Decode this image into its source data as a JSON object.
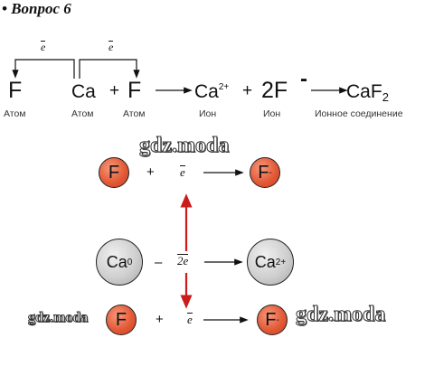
{
  "heading": "• Вопрос 6",
  "top_row": {
    "electron_label": "e",
    "items": [
      {
        "symbol": "F",
        "caption": "Атом"
      },
      {
        "symbol": "Ca",
        "caption": "Атом"
      },
      {
        "symbol": "F",
        "caption": "Атом"
      },
      {
        "symbol": "Ca",
        "charge": "2+",
        "caption": "Ион"
      },
      {
        "symbol": "2F",
        "charge": "-",
        "caption": "Ион"
      },
      {
        "symbol": "CaF",
        "subscript": "2",
        "caption": "Ионное соединение"
      }
    ],
    "plus": "+"
  },
  "scheme": {
    "upper": {
      "atom": "F",
      "op": "+",
      "electron": "e",
      "product": "F",
      "product_charge": "-"
    },
    "middle": {
      "atom": "Ca",
      "atom_charge": "0",
      "op": "–",
      "electron": "2e",
      "product": "Ca",
      "product_charge": "2+"
    },
    "lower": {
      "atom": "F",
      "op": "+",
      "electron": "e",
      "product": "F",
      "product_charge": "-"
    }
  },
  "watermarks": [
    "gdz.moda",
    "gdz.moda",
    "gdz.moda"
  ],
  "colors": {
    "atom_red": "#e45a37",
    "ion_grey": "#cfcfcf",
    "transfer_arrow": "#cc1b1b",
    "line": "#111111"
  }
}
